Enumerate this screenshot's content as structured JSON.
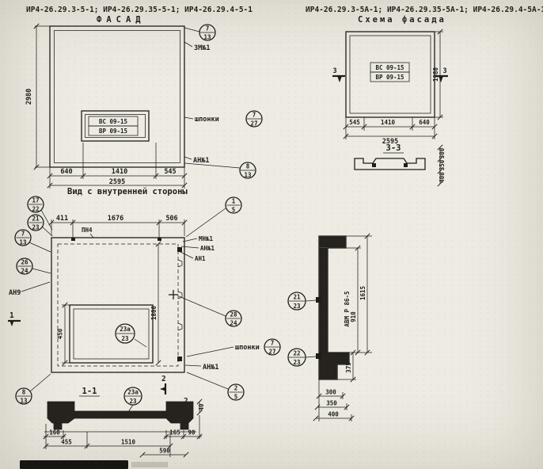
{
  "colors": {
    "paper": "#edebe2",
    "ink": "#1e1d1a"
  },
  "header_left": {
    "codes": "ИР4-26.29.3-5-1; ИР4-26.29.35-5-1; ИР4-26.29.4-5-1",
    "title": "ФАСАД"
  },
  "header_right": {
    "codes": "ИР4-26.29.3-5А-1; ИР4-26.29.35-5А-1; ИР4-26.29.4-5А-1",
    "title": "Схема фасада"
  },
  "facade": {
    "block1": "ВС 09-15",
    "block2": "ВР 09-15",
    "dim_height": "2980",
    "d1": "640",
    "d2": "1410",
    "d3": "545",
    "total": "2595",
    "c_top": {
      "n": "7",
      "d": "13"
    },
    "lbl_zm": "ЗМ№1",
    "lbl_shponki": "шпонки",
    "c_shp": {
      "n": "7",
      "d": "27"
    },
    "lbl_an": "АН№1",
    "c_bot": {
      "n": "8",
      "d": "13"
    }
  },
  "scheme": {
    "block1": "ВС 09-15",
    "block2": "ВР 09-15",
    "d1": "545",
    "d2": "1410",
    "d3": "640",
    "total": "2595",
    "dim_height": "1980",
    "sec": "3"
  },
  "sec33": {
    "title": "3-3",
    "d1": "300",
    "d2": "350",
    "d3": "400"
  },
  "inner": {
    "title": "Вид с внутренней стороны",
    "t1": "411",
    "t2": "1676",
    "t3": "506",
    "lbl_pn4": "ПН4",
    "c17": {
      "n": "17",
      "d": "22"
    },
    "c21": {
      "n": "21",
      "d": "23"
    },
    "c7": {
      "n": "7",
      "d": "13"
    },
    "c15": {
      "n": "1",
      "d": "5"
    },
    "lbl_mn": "МН№1",
    "lbl_an_a": "АН№1",
    "lbl_an_b": "АН1",
    "c26": {
      "n": "26",
      "d": "24"
    },
    "lbl_an9": "АН9",
    "c28": {
      "n": "28",
      "d": "24"
    },
    "lbl_shponki": "шпонки",
    "c727": {
      "n": "7",
      "d": "27"
    },
    "lbl_an_c": "АН№1",
    "c813": {
      "n": "8",
      "d": "13"
    },
    "c25": {
      "n": "2",
      "d": "5"
    },
    "c23a": {
      "n": "23а",
      "d": "23"
    },
    "dim_450": "450",
    "dim_1800": "1800",
    "sec1": "1",
    "sec2": "2"
  },
  "sec11": {
    "title": "1-1",
    "c23a": {
      "n": "23а",
      "d": "23"
    },
    "d160": "160",
    "d455": "455",
    "d1510": "1510",
    "d590": "590",
    "d165": "165",
    "d90": "90",
    "d40": "40"
  },
  "side": {
    "c2123": {
      "n": "21",
      "d": "23"
    },
    "c2223": {
      "n": "22",
      "d": "23"
    },
    "lbl_avm": "АВМ Р 86-5",
    "d1615": "1615",
    "d910": "910",
    "d375": "375",
    "d300": "300",
    "d350": "350",
    "d400": "400"
  }
}
